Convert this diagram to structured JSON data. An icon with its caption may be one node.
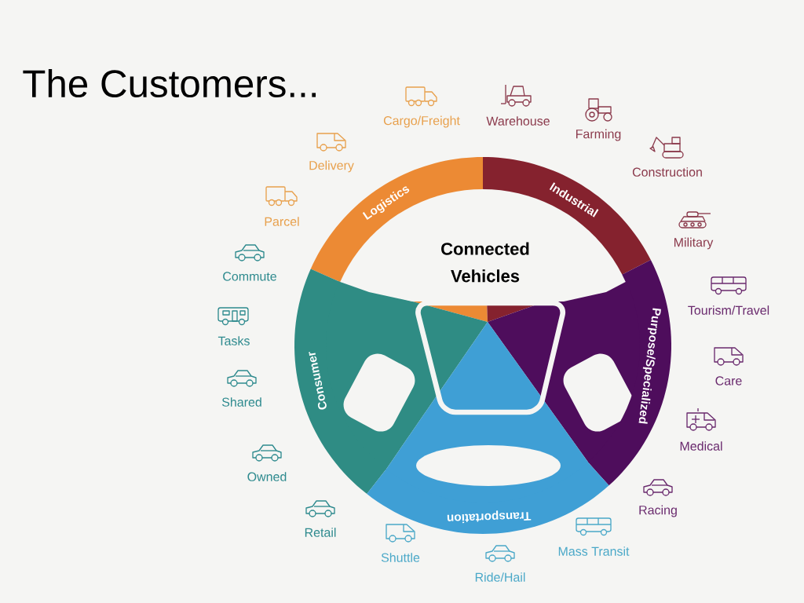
{
  "diagram": {
    "title": "The Customers...",
    "nodes": [
      {
        "text": [
          "Logistics"
        ]
      },
      {
        "text": [
          "Industrial"
        ]
      },
      {
        "text": [
          "Purpose/Specialized"
        ]
      },
      {
        "text": [
          "Consumer"
        ]
      },
      {
        "text": [
          "Transportation"
        ]
      }
    ],
    "labels": [
      "Connected Vehicles",
      "Cargo/Freight",
      "Warehouse",
      "Farming",
      "Construction",
      "Military",
      "Tourism/Travel",
      "Care",
      "Medical",
      "Racing",
      "Mass Transit",
      "Ride/Hail",
      "Shuttle",
      "Retail",
      "Owned",
      "Shared",
      "Tasks",
      "Commute",
      "Parcel",
      "Delivery"
    ]
  }
}
